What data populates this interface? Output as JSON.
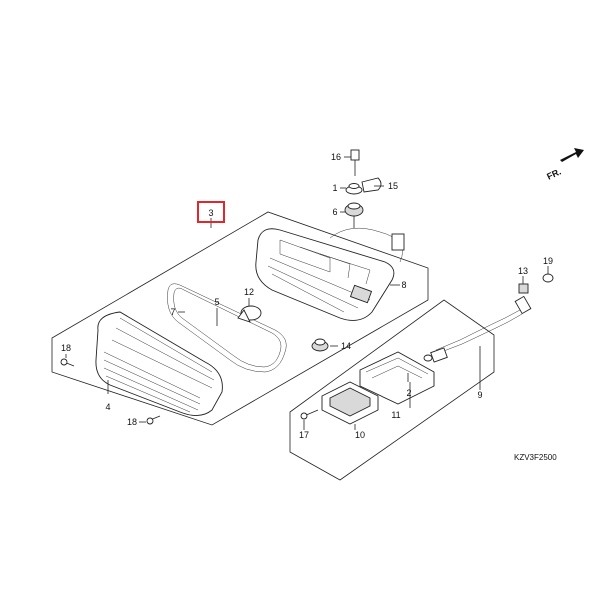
{
  "diagram": {
    "code": "KZV3F2500",
    "direction_label": "FR.",
    "highlight_color": "#e3262b",
    "parts": [
      {
        "id": "p1",
        "label": "1"
      },
      {
        "id": "p2",
        "label": "2"
      },
      {
        "id": "p3",
        "label": "3"
      },
      {
        "id": "p4",
        "label": "4"
      },
      {
        "id": "p5",
        "label": "5"
      },
      {
        "id": "p6",
        "label": "6"
      },
      {
        "id": "p7",
        "label": "7"
      },
      {
        "id": "p8",
        "label": "8"
      },
      {
        "id": "p9",
        "label": "9"
      },
      {
        "id": "p10",
        "label": "10"
      },
      {
        "id": "p11",
        "label": "11"
      },
      {
        "id": "p12",
        "label": "12"
      },
      {
        "id": "p13",
        "label": "13"
      },
      {
        "id": "p14",
        "label": "14"
      },
      {
        "id": "p15",
        "label": "15"
      },
      {
        "id": "p16",
        "label": "16"
      },
      {
        "id": "p17",
        "label": "17"
      },
      {
        "id": "p18a",
        "label": "18"
      },
      {
        "id": "p18b",
        "label": "18"
      },
      {
        "id": "p19",
        "label": "19"
      }
    ]
  }
}
